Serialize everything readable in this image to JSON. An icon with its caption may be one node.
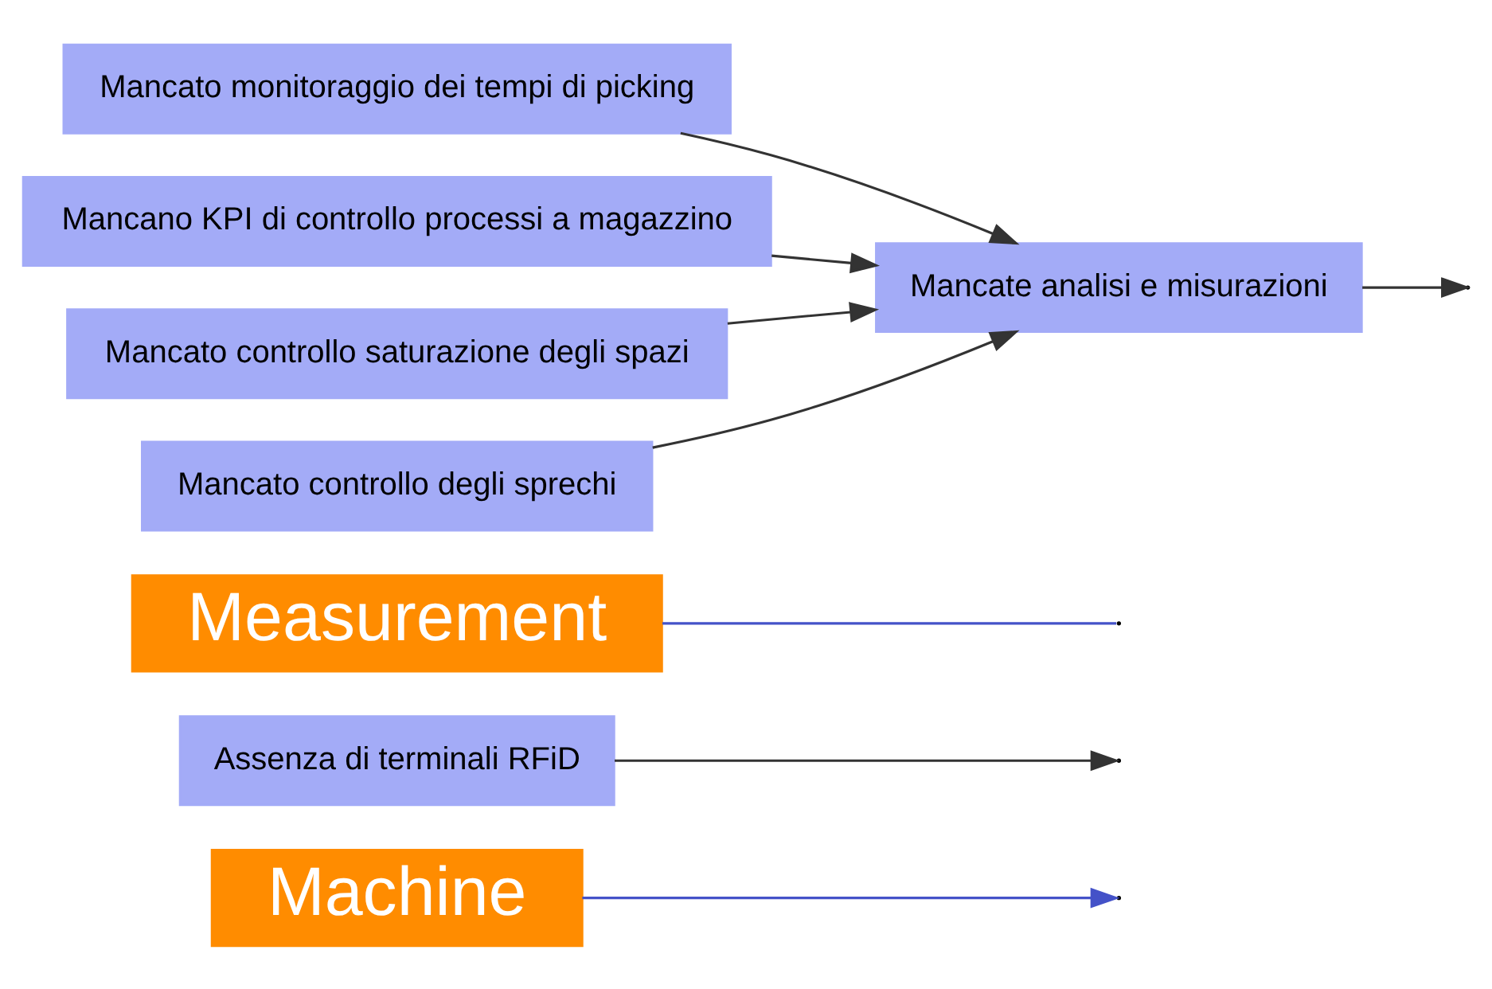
{
  "diagram": {
    "nodes": [
      {
        "text": [
          "Machine"
        ]
      },
      {
        "text": [
          "Assenza di terminali RFiD"
        ]
      },
      {
        "text": [
          "Measurement"
        ]
      },
      {
        "text": [
          "Mancato monitoraggio dei tempi di picking"
        ]
      },
      {
        "text": [
          "Mancano KPI di controllo processi a magazzino"
        ]
      },
      {
        "text": [
          "Mancato controllo saturazione degli spazi"
        ]
      },
      {
        "text": [
          "Mancato controllo degli sprechi"
        ]
      },
      {
        "text": [
          "Mancate analisi e misurazioni"
        ]
      }
    ],
    "edges": [
      {
        "from": 0,
        "to": null,
        "arrow": "to",
        "color": "#4452c8"
      },
      {
        "from": 1,
        "to": null,
        "arrow": "to"
      },
      {
        "from": 2,
        "to": null,
        "arrow": "none",
        "color": "#4452c8"
      },
      {
        "from": 3,
        "to": 7,
        "arrow": "to"
      },
      {
        "from": 4,
        "to": 7,
        "arrow": "to"
      },
      {
        "from": 5,
        "to": 7,
        "arrow": "to"
      },
      {
        "from": 6,
        "to": 7,
        "arrow": "to"
      },
      {
        "from": 7,
        "to": null,
        "arrow": "to"
      }
    ]
  }
}
